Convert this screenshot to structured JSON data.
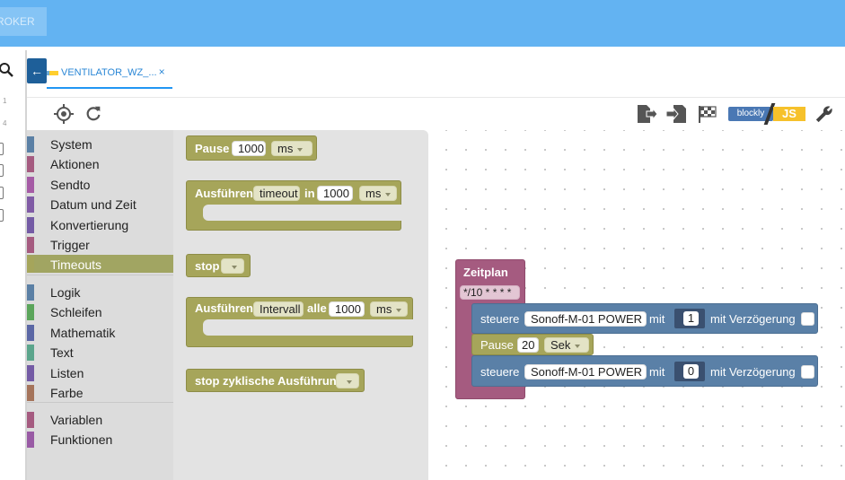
{
  "topbar": {
    "tab_label": "ROKER"
  },
  "left_strip": {
    "numbers": [
      "1",
      "4"
    ]
  },
  "tabbar": {
    "back_glyph": "←",
    "file_tab": "VENTILATOR_WZ_...",
    "close_glyph": "×"
  },
  "toolbar": {
    "left_icons": [
      "target-icon",
      "refresh-icon"
    ],
    "right_icons": [
      "export-icon",
      "import-icon",
      "checkered-flag-icon",
      "blockly-js-toggle-icon",
      "wrench-icon"
    ],
    "blockly_label": "blockly",
    "js_label": "JS"
  },
  "categories": [
    {
      "label": "System",
      "color": "#5b80a5"
    },
    {
      "label": "Aktionen",
      "color": "#a55b80"
    },
    {
      "label": "Sendto",
      "color": "#a55ba5"
    },
    {
      "label": "Datum und Zeit",
      "color": "#805ba5"
    },
    {
      "label": "Konvertierung",
      "color": "#745ba5"
    },
    {
      "label": "Trigger",
      "color": "#a55b80"
    },
    {
      "label": "Timeouts",
      "color": "#a5a55b",
      "selected": true
    },
    {
      "label": "Logik",
      "color": "#5b80a5"
    },
    {
      "label": "Schleifen",
      "color": "#5ba55b"
    },
    {
      "label": "Mathematik",
      "color": "#5b67a5"
    },
    {
      "label": "Text",
      "color": "#5ba58c"
    },
    {
      "label": "Listen",
      "color": "#745ba5"
    },
    {
      "label": "Farbe",
      "color": "#a5745b"
    },
    {
      "label": "Variablen",
      "color": "#a55b80"
    },
    {
      "label": "Funktionen",
      "color": "#995ba5"
    }
  ],
  "flyout": {
    "pause": {
      "label": "Pause",
      "value": "1000",
      "unit": "ms"
    },
    "timeout": {
      "label": "Ausführen",
      "name": "timeout",
      "in_label": "in",
      "value": "1000",
      "unit": "ms"
    },
    "stop": {
      "label": "stop"
    },
    "interval": {
      "label": "Ausführen",
      "name": "Intervall",
      "alle_label": "alle",
      "value": "1000",
      "unit": "ms"
    },
    "stop_cyclic": {
      "label": "stop zyklische Ausführung"
    }
  },
  "workspace": {
    "zeitplan": {
      "label": "Zeitplan",
      "cron": "*/10 * * * *"
    },
    "steuere1": {
      "label": "steuere",
      "device": "Sonoff-M-01 POWER",
      "mit_label": "mit",
      "value": "1",
      "delay_label": "mit Verzögerung"
    },
    "pause": {
      "label": "Pause",
      "value": "20",
      "unit": "Sek"
    },
    "steuere2": {
      "label": "steuere",
      "device": "Sonoff-M-01 POWER",
      "mit_label": "mit",
      "value": "0",
      "delay_label": "mit Verzögerung"
    }
  }
}
